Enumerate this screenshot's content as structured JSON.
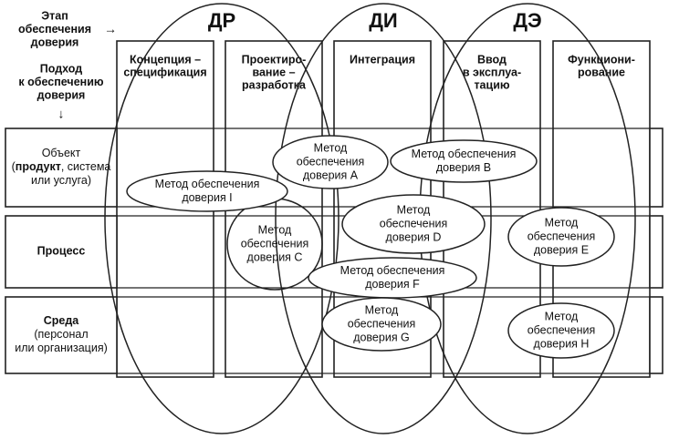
{
  "header": {
    "stage_label": [
      "Этап",
      "обеспечения",
      "доверия"
    ],
    "stage_arrow": "→",
    "approach_label": [
      "Подход",
      "к обеспечению",
      "доверия"
    ],
    "approach_arrow": "↓"
  },
  "groups": [
    {
      "id": "dr",
      "label": "ДР"
    },
    {
      "id": "di",
      "label": "ДИ"
    },
    {
      "id": "de",
      "label": "ДЭ"
    }
  ],
  "stages": [
    {
      "id": "concept",
      "lines": [
        "Концепция –",
        "спецификация"
      ]
    },
    {
      "id": "design",
      "lines": [
        "Проектиро-",
        "вание –",
        "разработка"
      ]
    },
    {
      "id": "integration",
      "lines": [
        "Интеграция"
      ]
    },
    {
      "id": "deploy",
      "lines": [
        "Ввод",
        "в эксплуа-",
        "тацию"
      ]
    },
    {
      "id": "operation",
      "lines": [
        "Функциони-",
        "рование"
      ]
    }
  ],
  "rows": [
    {
      "id": "object",
      "lines": [
        {
          "segments": [
            {
              "text": "Объект",
              "bold": false
            }
          ]
        },
        {
          "segments": [
            {
              "text": "(",
              "bold": false
            },
            {
              "text": "продукт",
              "bold": true
            },
            {
              "text": ", система",
              "bold": false
            }
          ]
        },
        {
          "segments": [
            {
              "text": "или услуга)",
              "bold": false
            }
          ]
        }
      ]
    },
    {
      "id": "process",
      "lines": [
        {
          "segments": [
            {
              "text": "Процесс",
              "bold": true
            }
          ]
        }
      ]
    },
    {
      "id": "environment",
      "lines": [
        {
          "segments": [
            {
              "text": "Среда",
              "bold": true
            }
          ]
        },
        {
          "segments": [
            {
              "text": "(персонал",
              "bold": false
            }
          ]
        },
        {
          "segments": [
            {
              "text": "или организация)",
              "bold": false
            }
          ]
        }
      ]
    }
  ],
  "methods": [
    {
      "id": "A",
      "lines": [
        "Метод",
        "обеспечения",
        "доверия A"
      ]
    },
    {
      "id": "B",
      "lines": [
        "Метод обеспечения",
        "доверия B"
      ]
    },
    {
      "id": "C",
      "lines": [
        "Метод",
        "обеспечения",
        "доверия C"
      ]
    },
    {
      "id": "D",
      "lines": [
        "Метод",
        "обеспечения",
        "доверия D"
      ]
    },
    {
      "id": "E",
      "lines": [
        "Метод",
        "обеспечения",
        "доверия E"
      ]
    },
    {
      "id": "F",
      "lines": [
        "Метод обеспечения",
        "доверия F"
      ]
    },
    {
      "id": "G",
      "lines": [
        "Метод",
        "обеспечения",
        "доверия G"
      ]
    },
    {
      "id": "H",
      "lines": [
        "Метод",
        "обеспечения",
        "доверия H"
      ]
    },
    {
      "id": "I",
      "lines": [
        "Метод обеспечения",
        "доверия I"
      ]
    }
  ]
}
